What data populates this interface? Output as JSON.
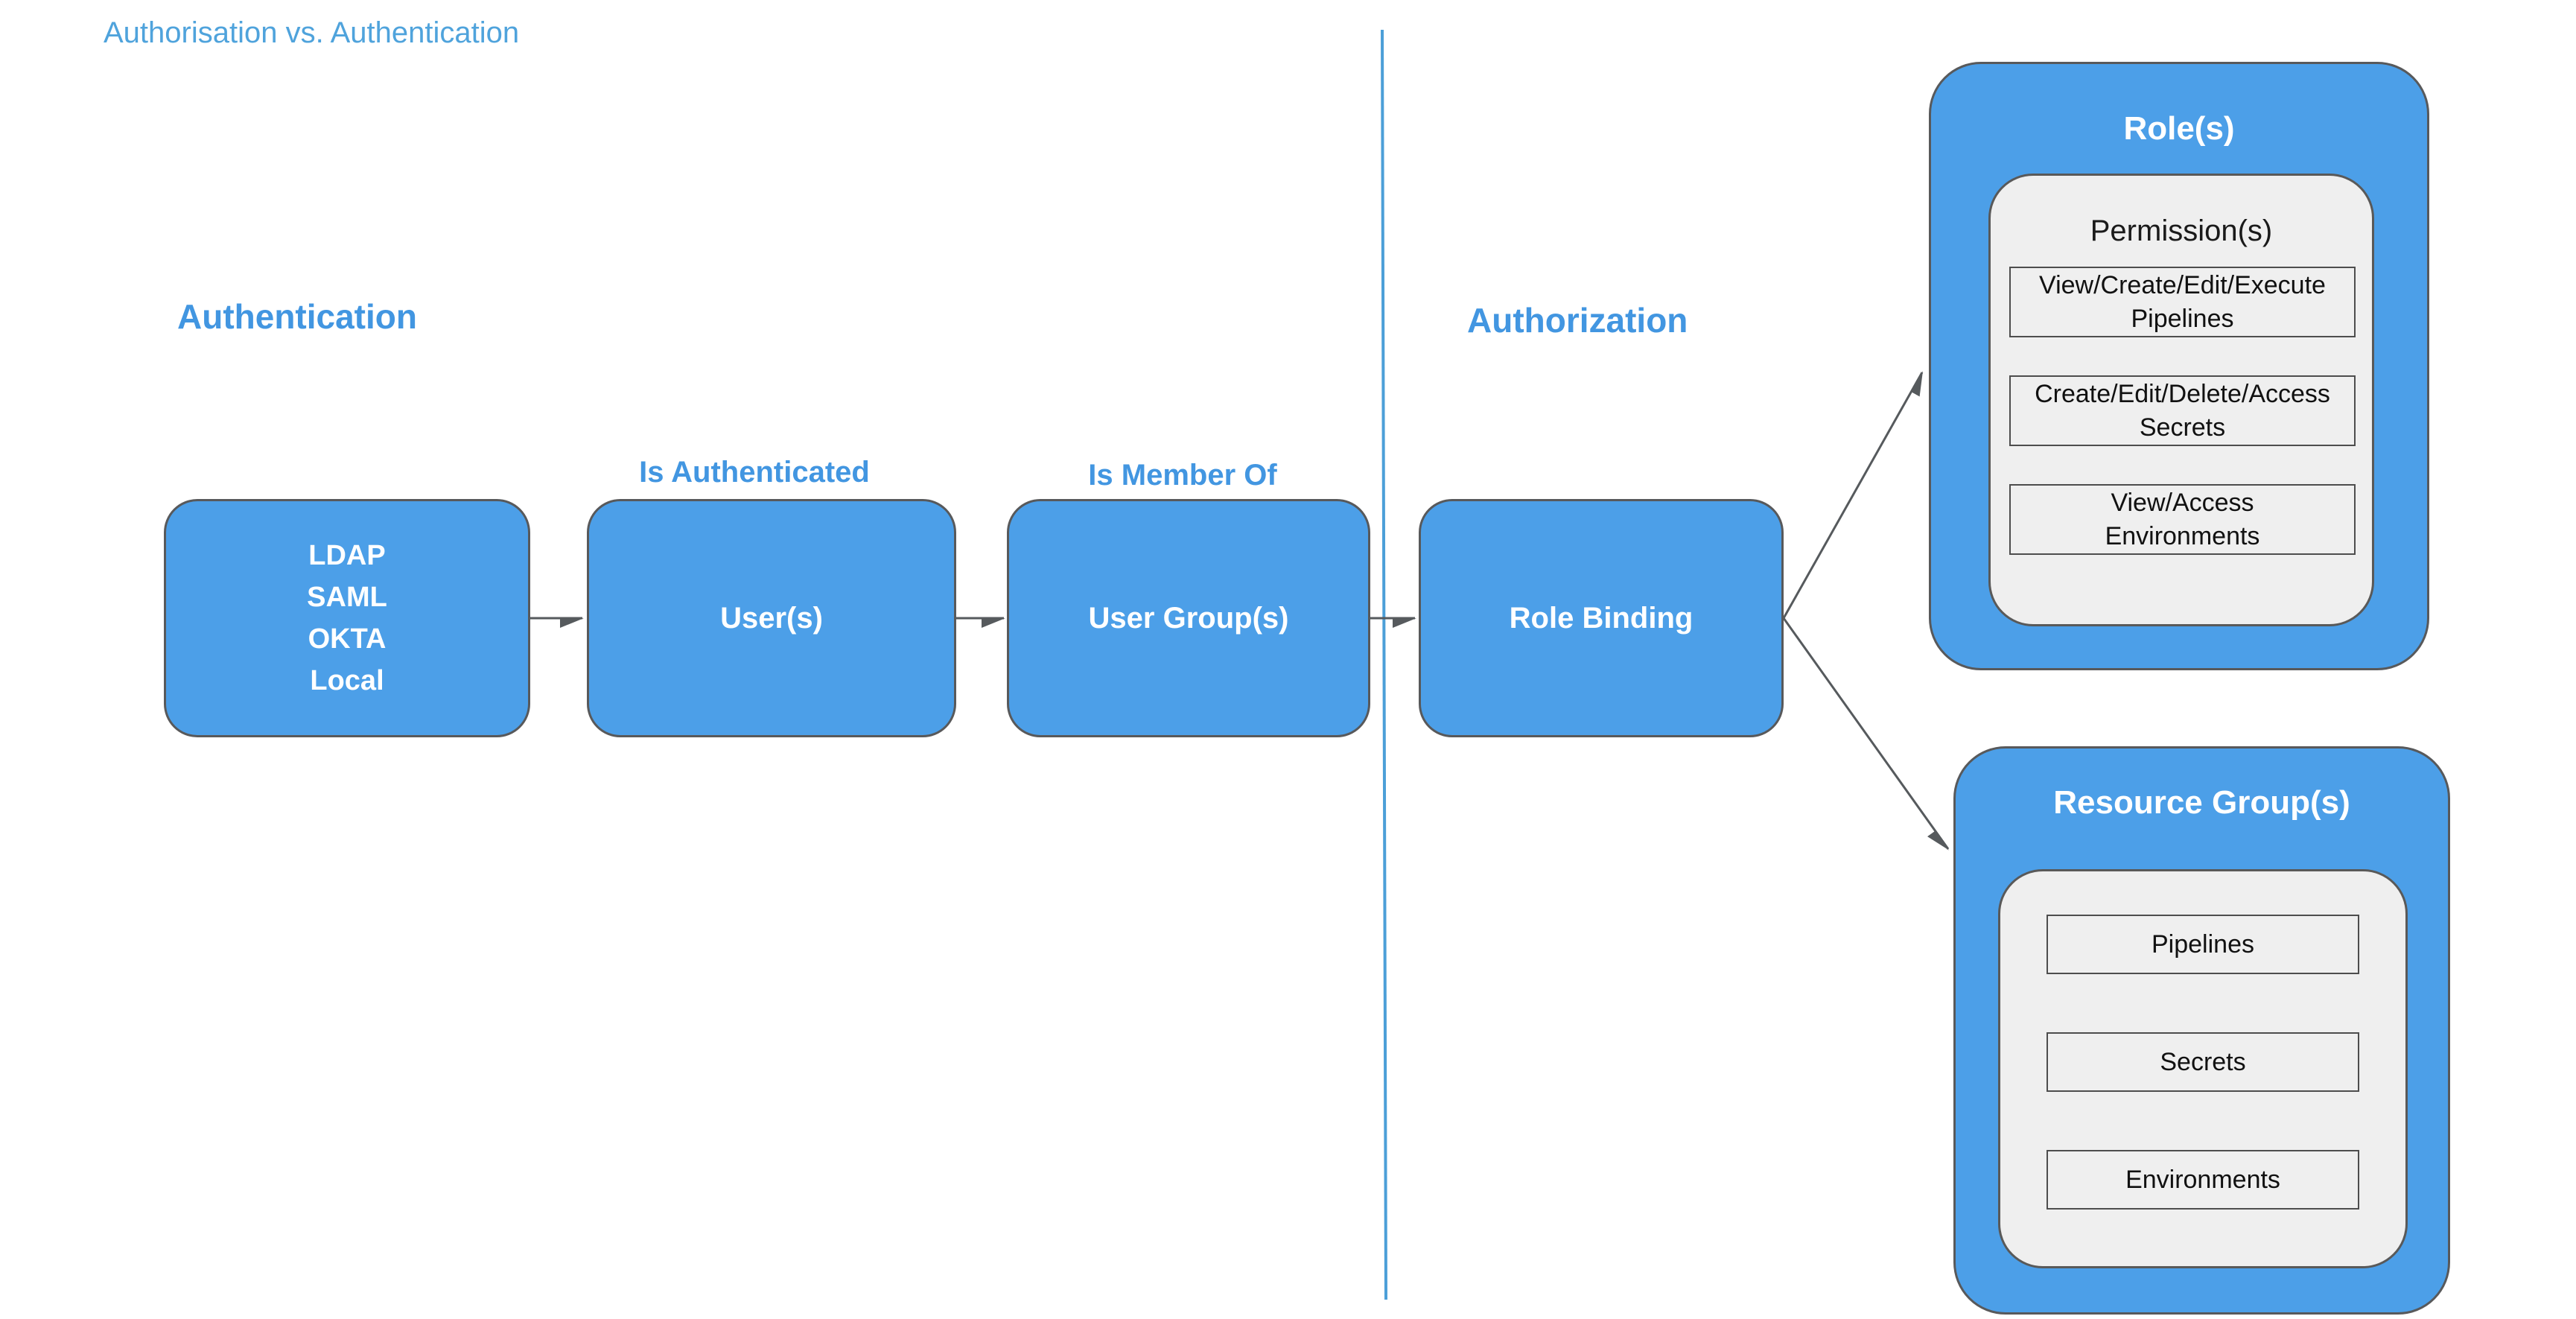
{
  "title": "Authorisation vs. Authentication",
  "colors": {
    "node_fill": "#4c9fe8",
    "node_border": "#58595b",
    "heading_blue": "#4296e1",
    "title_blue": "#4fa3dc",
    "divider_blue": "#4c9fd8",
    "inner_fill": "#efefef",
    "inner_border": "#595959",
    "arrow": "#565a5d"
  },
  "sections": {
    "authentication": {
      "heading": "Authentication"
    },
    "authorization": {
      "heading": "Authorization"
    }
  },
  "flow": {
    "identity_providers": {
      "lines": [
        "LDAP",
        "SAML",
        "OKTA",
        "Local"
      ]
    },
    "users": {
      "label": "User(s)"
    },
    "user_groups": {
      "label": "User Group(s)"
    },
    "role_binding": {
      "label": "Role Binding"
    },
    "edges": {
      "is_authenticated": "Is Authenticated",
      "is_member_of": "Is Member Of"
    }
  },
  "roles_panel": {
    "title": "Role(s)",
    "permissions_title": "Permission(s)",
    "permissions": [
      "View/Create/Edit/Execute Pipelines",
      "Create/Edit/Delete/Access Secrets",
      "View/Access Environments"
    ]
  },
  "resource_groups_panel": {
    "title": "Resource Group(s)",
    "resources": [
      "Pipelines",
      "Secrets",
      "Environments"
    ]
  }
}
